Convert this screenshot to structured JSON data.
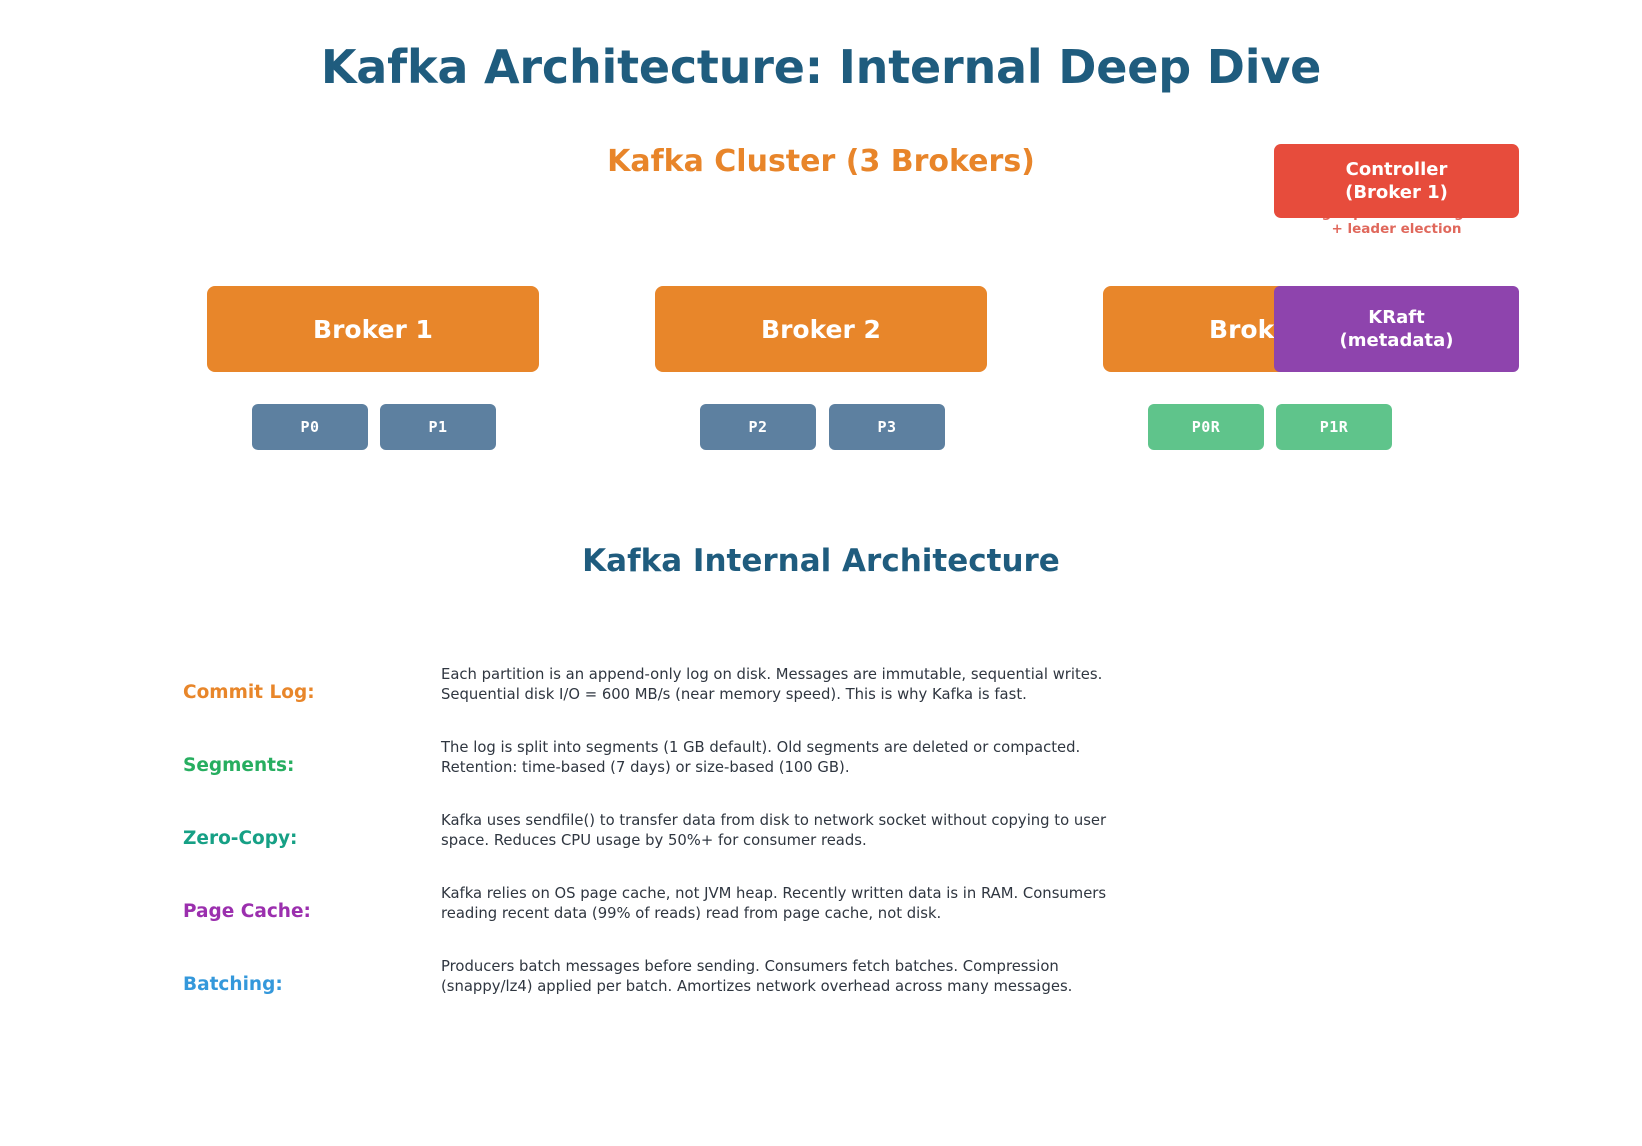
{
  "page": {
    "title": "Kafka Architecture: Internal Deep Dive"
  },
  "cluster": {
    "title": "Kafka Cluster (3 Brokers)",
    "title_color": "#e8852a",
    "brokers": [
      {
        "label": "Broker 1"
      },
      {
        "label": "Broker 2"
      },
      {
        "label": "Broker 3"
      }
    ],
    "broker_color": "#e8862a",
    "partitions": [
      {
        "label": "P0",
        "kind": "partition"
      },
      {
        "label": "P1",
        "kind": "partition"
      },
      {
        "label": "P2",
        "kind": "partition"
      },
      {
        "label": "P3",
        "kind": "partition"
      },
      {
        "label": "P0R",
        "kind": "replica"
      },
      {
        "label": "P1R",
        "kind": "replica"
      }
    ],
    "partition_color": "#5d80a0",
    "replica_color": "#5fc48b"
  },
  "controller": {
    "line1": "Controller",
    "line2": "(Broker 1)",
    "caption": "Manages partition assignment + leader election",
    "color": "#e74c3c",
    "caption_color": "#e0685c"
  },
  "kraft": {
    "line1": "KRaft",
    "line2": "(metadata)",
    "color": "#8e44ad"
  },
  "internals": {
    "title": "Kafka Internal Architecture",
    "title_color": "#1f5c7e",
    "rows": [
      {
        "label": "Commit Log:",
        "color": "#e8862a",
        "text": "Each partition is an append-only log on disk. Messages are immutable, sequential writes. Sequential disk I/O = 600 MB/s (near memory speed). This is why Kafka is fast."
      },
      {
        "label": "Segments:",
        "color": "#27ae60",
        "text": "The log is split into segments (1 GB default). Old segments are deleted or compacted. Retention: time-based (7 days) or size-based (100 GB)."
      },
      {
        "label": "Zero-Copy:",
        "color": "#16a085",
        "text": "Kafka uses sendfile() to transfer data from disk to network socket without copying to user space. Reduces CPU usage by 50%+ for consumer reads."
      },
      {
        "label": "Page Cache:",
        "color": "#9b2fae",
        "text": "Kafka relies on OS page cache, not JVM heap. Recently written data is in RAM. Consumers reading recent data (99% of reads) read from page cache, not disk."
      },
      {
        "label": "Batching:",
        "color": "#3498db",
        "text": "Producers batch messages before sending. Consumers fetch batches. Compression (snappy/lz4) applied per batch. Amortizes network overhead across many messages."
      }
    ]
  }
}
